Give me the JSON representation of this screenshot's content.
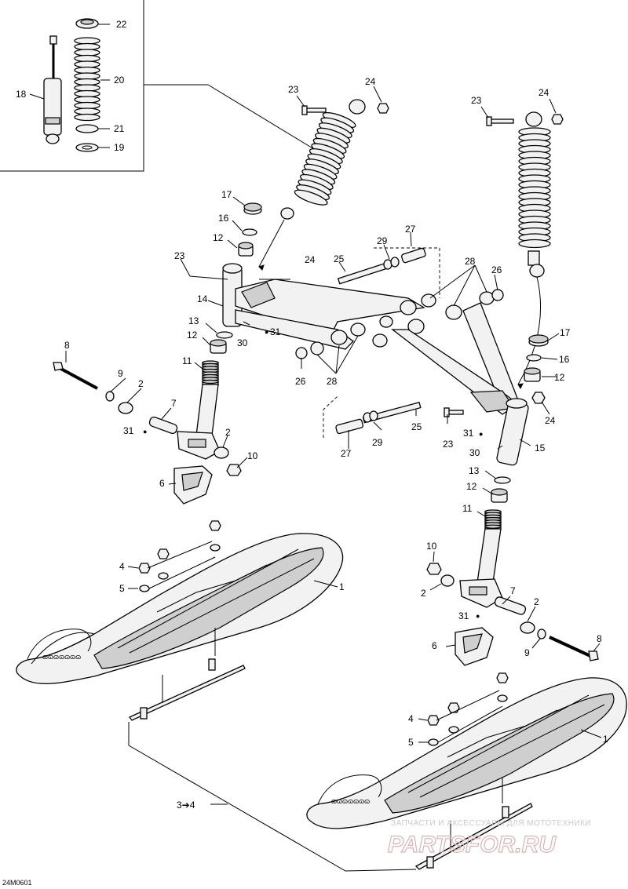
{
  "diagram_code": "24M0601",
  "labels": {
    "n1": "1",
    "n2": "2",
    "n4": "4",
    "n5": "5",
    "n6": "6",
    "n7": "7",
    "n8": "8",
    "n9": "9",
    "n10": "10",
    "n11": "11",
    "n12": "12",
    "n13": "13",
    "n14": "14",
    "n15": "15",
    "n16": "16",
    "n17": "17",
    "n18": "18",
    "n19": "19",
    "n20": "20",
    "n21": "21",
    "n22": "22",
    "n23": "23",
    "n24": "24",
    "n25": "25",
    "n26": "26",
    "n27": "27",
    "n28": "28",
    "n29": "29",
    "n30": "30",
    "n31": "31",
    "n3to4": "3➔4"
  },
  "watermark": {
    "caption": "ЗАПЧАСТИ И АКСЕССУАРЫ ДЛЯ МОТОТЕХНИКИ",
    "site": "PARTSFOR.RU"
  }
}
